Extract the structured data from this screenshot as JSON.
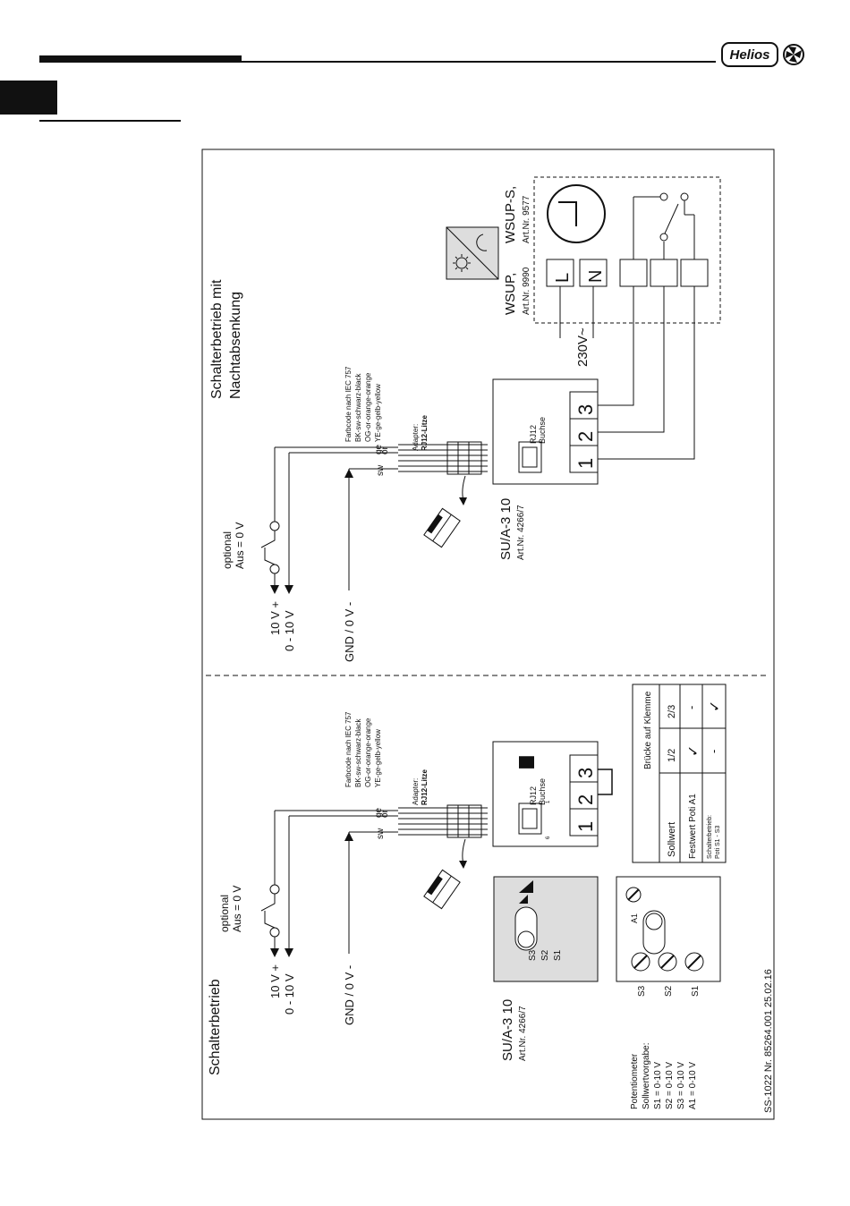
{
  "header": {
    "brand": "Helios"
  },
  "diagram": {
    "left_panel": {
      "title": "Schalterbetrieb",
      "switch_label": [
        "optional",
        "Aus = 0 V"
      ],
      "signal_labels": [
        "10 V +",
        "0 - 10 V"
      ],
      "gnd_label": "GND / 0 V -",
      "color_codes": [
        "Farbcode nach IEC 757",
        "BK-sw-schwarz-black",
        "OG-or-orange-orange",
        "YE-ge-gelb-yellow"
      ],
      "adapter": [
        "Adapter:",
        "RJ12-Litze"
      ],
      "wire_labels": [
        "ge",
        "or",
        "sw"
      ],
      "rj12": [
        "RJ12",
        "Buchse"
      ],
      "pin_labels": [
        "6",
        "1"
      ],
      "terminals": [
        "1",
        "2",
        "3"
      ],
      "device": [
        "SU/A-3 10",
        "Art.Nr. 4266/7"
      ],
      "slider_labels": [
        "S3",
        "S2",
        "S1"
      ],
      "pot_labels": [
        "S3",
        "S2",
        "S1",
        "A1"
      ],
      "potentiometer_note": [
        "Potentiometer",
        "Sollwertvorgabe:",
        "S1 = 0-10 V",
        "S2 = 0-10 V",
        "S3 = 0-10 V",
        "A1 = 0-10 V"
      ],
      "table": {
        "header": "Brücke auf Klemme",
        "col_sollwert": "Sollwert",
        "col_12": "1/2",
        "col_23": "2/3",
        "row1": "Festwert Poti A1",
        "row2": [
          "Schalterbetrieb:",
          "Poti S1 - S3"
        ],
        "row1_12": "✓",
        "row1_23": "-",
        "row2_12": "-",
        "row2_23": "✓"
      },
      "doc_number": "SS-1022   Nr. 85264.001   25.02.16"
    },
    "right_panel": {
      "title": [
        "Schalterbetrieb mit",
        "Nachtabsenkung"
      ],
      "switch_label": [
        "optional",
        "Aus = 0 V"
      ],
      "signal_labels": [
        "10 V +",
        "0 - 10 V"
      ],
      "gnd_label": "GND / 0 V -",
      "color_codes": [
        "Farbcode nach IEC 757",
        "BK-sw-schwarz-black",
        "OG-or-orange-orange",
        "YE-ge-gelb-yellow"
      ],
      "adapter": [
        "Adapter:",
        "RJ12-Litze"
      ],
      "wire_labels": [
        "ge",
        "or",
        "sw"
      ],
      "rj12": [
        "RJ12",
        "Buchse"
      ],
      "terminals": [
        "1",
        "2",
        "3"
      ],
      "device": [
        "SU/A-3 10",
        "Art.Nr. 4266/7"
      ],
      "timer": [
        "WSUP,",
        "Art.Nr. 9990",
        "WSUP-S,",
        "Art.Nr. 9577"
      ],
      "timer_terminals": [
        "L",
        "N"
      ],
      "voltage": "230V~"
    }
  }
}
